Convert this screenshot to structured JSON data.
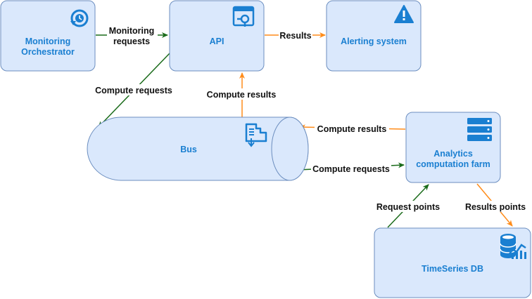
{
  "colors": {
    "node_fill": "#dae8fc",
    "node_stroke": "#6c8ebf",
    "node_text": "#1a7fd1",
    "icon": "#1a7fd1",
    "request_edge": "#1a6b1a",
    "result_edge": "#ff8c1a"
  },
  "nodes": {
    "monitoring_orchestrator": {
      "line1": "Monitoring",
      "line2": "Orchestrator",
      "icon": "clock-refresh-icon"
    },
    "api": {
      "label": "API",
      "icon": "api-window-icon"
    },
    "alerting_system": {
      "label": "Alerting system",
      "icon": "warning-icon"
    },
    "bus": {
      "label": "Bus",
      "icon": "bus-queue-icon"
    },
    "analytics_farm": {
      "line1": "Analytics",
      "line2": "computation farm",
      "icon": "server-rack-icon"
    },
    "timeseries_db": {
      "label": "TimeSeries DB",
      "icon": "database-chart-icon"
    }
  },
  "edges": {
    "monitoring_requests": {
      "line1": "Monitoring",
      "line2": "requests"
    },
    "results": "Results",
    "compute_requests_api_bus": "Compute requests",
    "compute_results_bus_api": "Compute results",
    "compute_results_farm_bus": "Compute results",
    "compute_requests_bus_farm": "Compute requests",
    "request_points": "Request points",
    "results_points": "Results points"
  }
}
